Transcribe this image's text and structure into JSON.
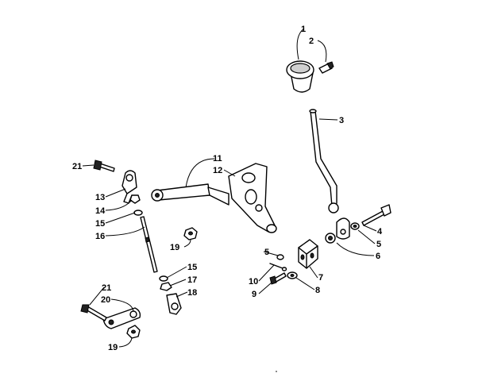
{
  "callouts": [
    {
      "id": "c1",
      "text": "1"
    },
    {
      "id": "c2",
      "text": "2"
    },
    {
      "id": "c3",
      "text": "3"
    },
    {
      "id": "c4",
      "text": "4"
    },
    {
      "id": "c5a",
      "text": "5"
    },
    {
      "id": "c5b",
      "text": "5"
    },
    {
      "id": "c6",
      "text": "6"
    },
    {
      "id": "c7",
      "text": "7"
    },
    {
      "id": "c8",
      "text": "8"
    },
    {
      "id": "c9",
      "text": "9"
    },
    {
      "id": "c10",
      "text": "10"
    },
    {
      "id": "c11",
      "text": "11"
    },
    {
      "id": "c12",
      "text": "12"
    },
    {
      "id": "c13",
      "text": "13"
    },
    {
      "id": "c14",
      "text": "14"
    },
    {
      "id": "c15a",
      "text": "15"
    },
    {
      "id": "c15b",
      "text": "15"
    },
    {
      "id": "c16",
      "text": "16"
    },
    {
      "id": "c17",
      "text": "17"
    },
    {
      "id": "c18",
      "text": "18"
    },
    {
      "id": "c19a",
      "text": "19"
    },
    {
      "id": "c19b",
      "text": "19"
    },
    {
      "id": "c20",
      "text": "20"
    },
    {
      "id": "c21a",
      "text": "21"
    },
    {
      "id": "c21b",
      "text": "21"
    }
  ]
}
